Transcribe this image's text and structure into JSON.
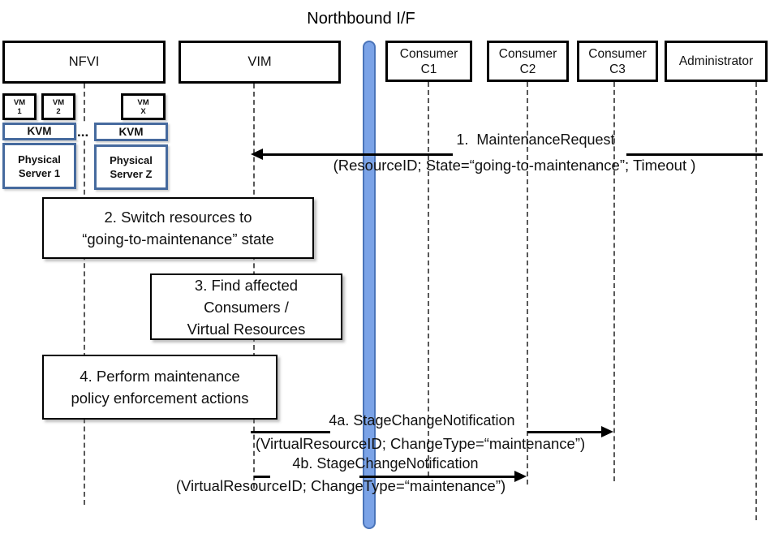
{
  "title": "Northbound I/F",
  "participants": {
    "nfvi": {
      "line1": "NFVI"
    },
    "vim": {
      "line1": "VIM"
    },
    "c1": {
      "line1": "Consumer",
      "line2": "C1"
    },
    "c2": {
      "line1": "Consumer",
      "line2": "C2"
    },
    "c3": {
      "line1": "Consumer",
      "line2": "C3"
    },
    "admin": {
      "line1": "Administrator"
    }
  },
  "nfvi_internals": {
    "vm1": {
      "line1": "VM",
      "line2": "1"
    },
    "vm2": {
      "line1": "VM",
      "line2": "2"
    },
    "vmx": {
      "line1": "VM",
      "line2": "X"
    },
    "kvm_left": "KVM",
    "kvm_right": "KVM",
    "dots": "...",
    "ps1": {
      "line1": "Physical",
      "line2": "Server 1"
    },
    "psz": {
      "line1": "Physical",
      "line2": "Server Z"
    }
  },
  "messages": {
    "m1": {
      "label": "1.  MaintenanceRequest",
      "params": "(ResourceID; State=“going-to-maintenance”; Timeout )"
    },
    "m4a": {
      "label": "4a. StageChangeNotification",
      "params": "(VirtualResourceID; ChangeType=“maintenance”)"
    },
    "m4b": {
      "label": "4b. StageChangeNotification",
      "params": "(VirtualResourceID; ChangeType=“maintenance”)"
    }
  },
  "activities": {
    "a2": {
      "line1": "2. Switch resources to",
      "line2": "“going-to-maintenance” state"
    },
    "a3": {
      "line1": "3. Find affected",
      "line2": "Consumers /",
      "line3": "Virtual Resources"
    },
    "a4": {
      "line1": "4. Perform maintenance",
      "line2": "policy enforcement actions"
    }
  },
  "colors": {
    "bar_fill": "#7BA3E7",
    "bar_border": "#4A74B9",
    "accent_box_border": "#466A9E",
    "arrow_black": "#000000",
    "lifeline_gray": "#595959"
  }
}
